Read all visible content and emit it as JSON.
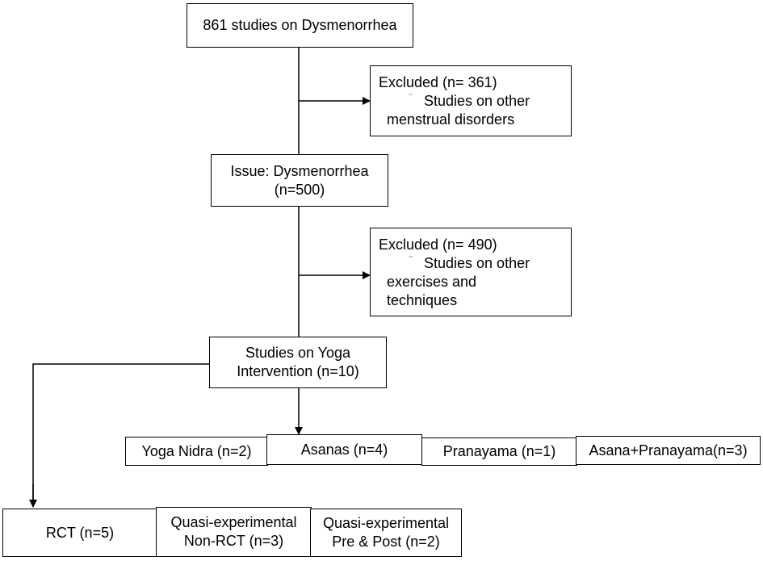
{
  "nodes": {
    "root": {
      "line1": "861 studies on Dysmenorrhea"
    },
    "excluded1": {
      "title": "Excluded  (n= 361)",
      "bullet": "¨",
      "lines": [
        "Studies on other",
        "menstrual disorders"
      ]
    },
    "issue": {
      "line1": "Issue: Dysmenorrhea",
      "line2": "(n=500)"
    },
    "excluded2": {
      "title": "Excluded  (n= 490)",
      "bullet": "¨",
      "lines": [
        "Studies on other",
        "exercises and",
        "techniques"
      ]
    },
    "yoga": {
      "line1": "Studies on Yoga",
      "line2": "Intervention (n=10)"
    },
    "interventions": [
      {
        "label": "Yoga Nidra (n=2)"
      },
      {
        "label": "Asanas (n=4)"
      },
      {
        "label": "Pranayama (n=1)"
      },
      {
        "label": "Asana+Pranayama(n=3)"
      }
    ],
    "designs": [
      {
        "line1": "RCT (n=5)",
        "line2": ""
      },
      {
        "line1": "Quasi-experimental",
        "line2": "Non-RCT (n=3)"
      },
      {
        "line1": "Quasi-experimental",
        "line2": "Pre & Post (n=2)"
      }
    ]
  },
  "colors": {
    "stroke": "#000000",
    "fill": "#ffffff",
    "text": "#000000"
  }
}
